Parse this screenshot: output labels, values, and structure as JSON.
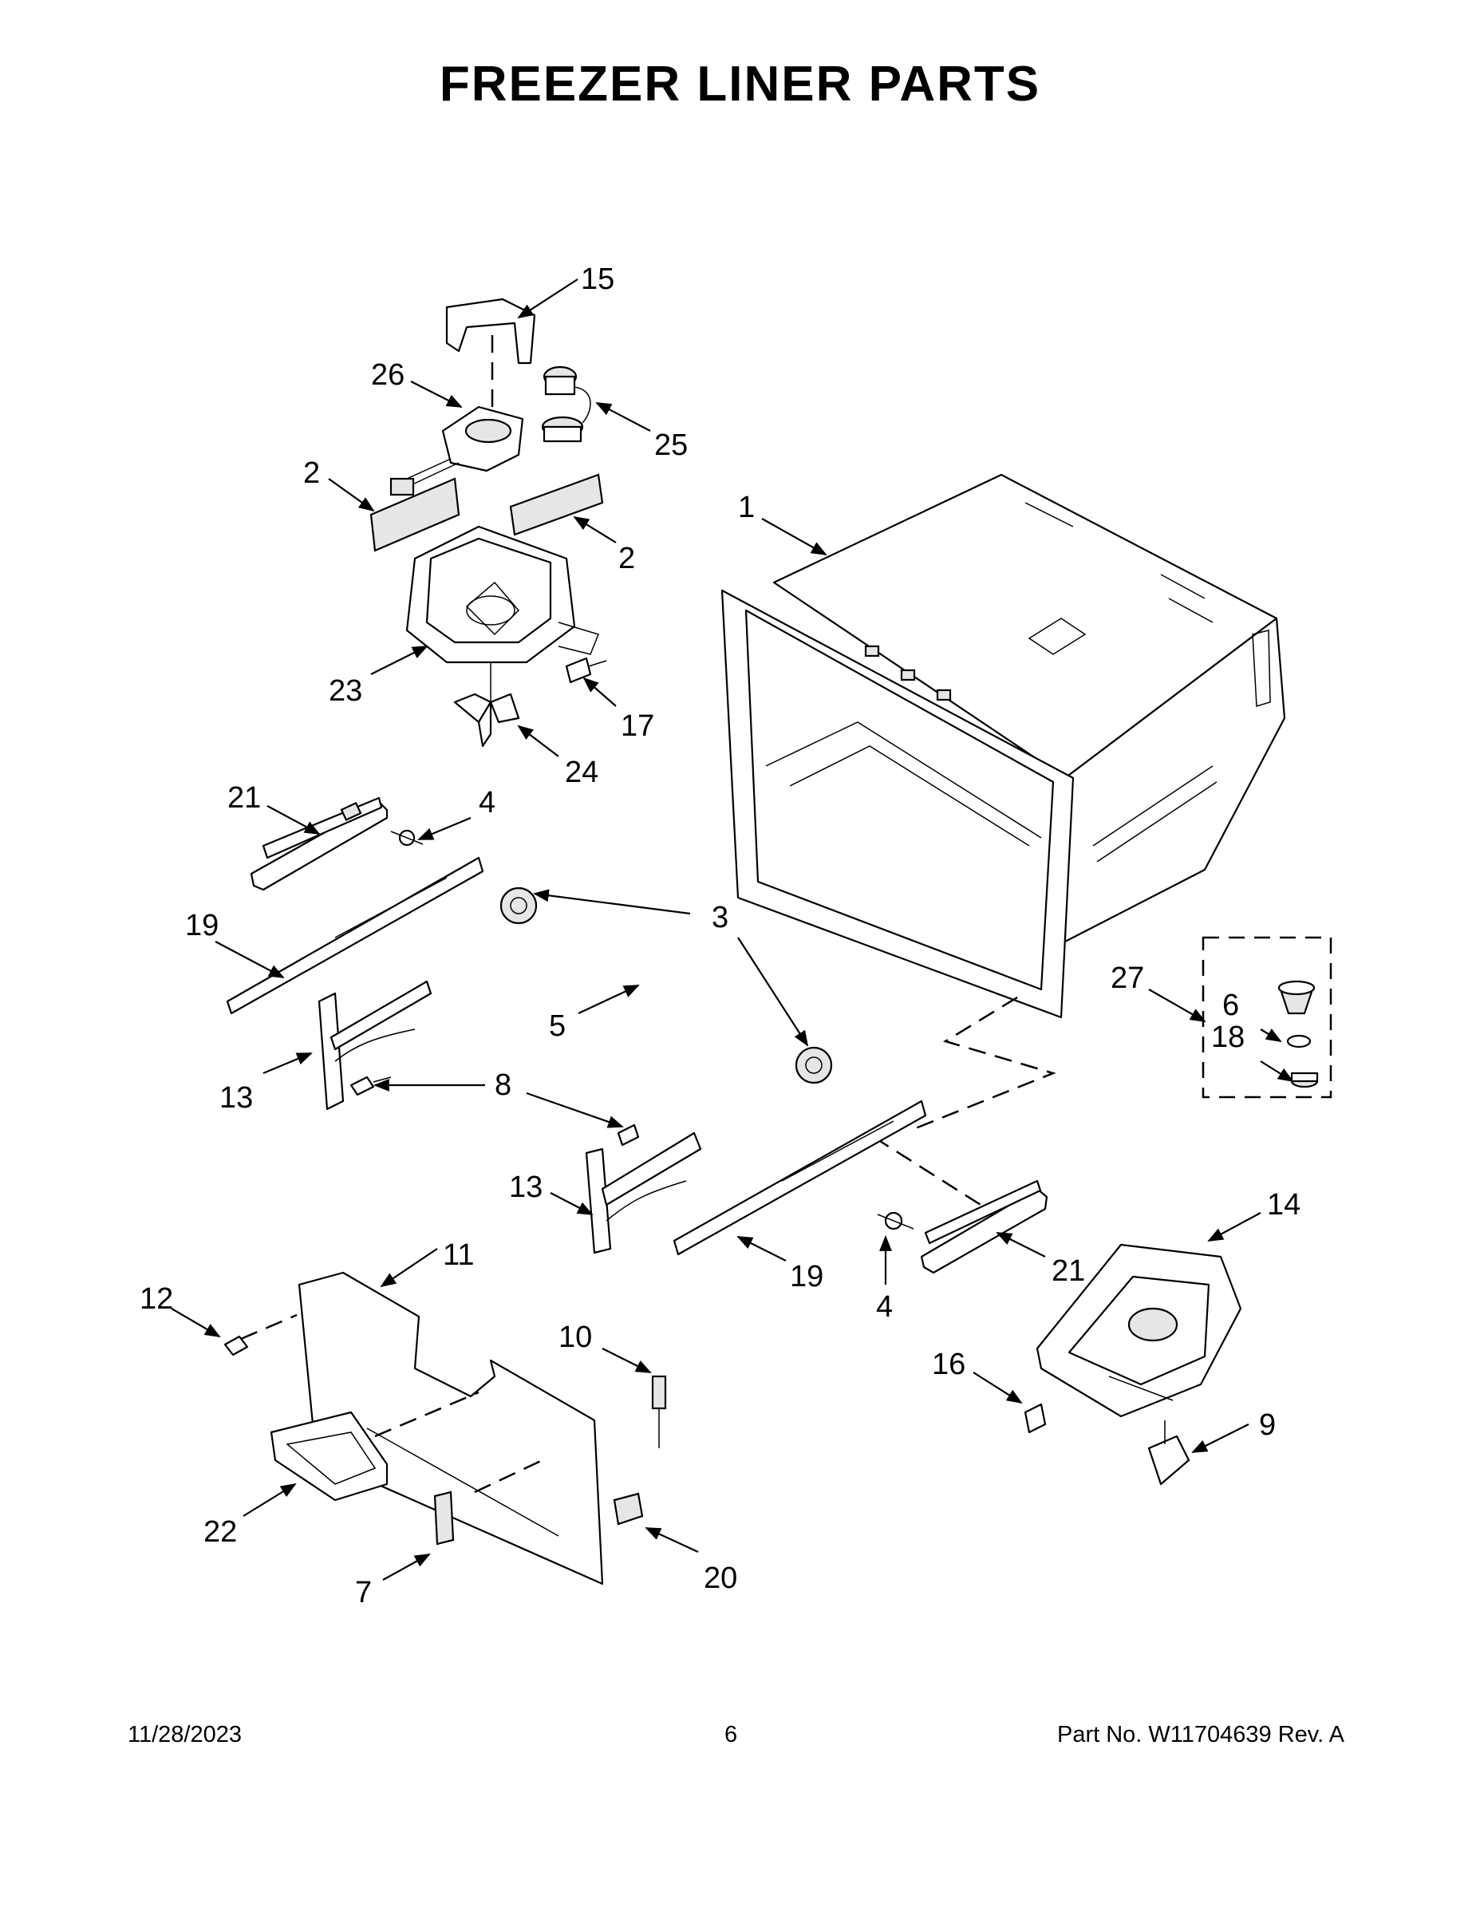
{
  "title": "FREEZER LINER PARTS",
  "footer": {
    "date": "11/28/2023",
    "page": "6",
    "part_number": "Part No.  W11704639  Rev.  A"
  },
  "callouts": {
    "c15": "15",
    "c26": "26",
    "c25": "25",
    "c2a": "2",
    "c2b": "2",
    "c1": "1",
    "c23": "23",
    "c17": "17",
    "c24": "24",
    "c21a": "21",
    "c4a": "4",
    "c3": "3",
    "c19a": "19",
    "c5": "5",
    "c27": "27",
    "c6": "6",
    "c18": "18",
    "c13a": "13",
    "c8": "8",
    "c13b": "13",
    "c14": "14",
    "c19b": "19",
    "c21b": "21",
    "c4b": "4",
    "c11": "11",
    "c12": "12",
    "c10": "10",
    "c16": "16",
    "c9": "9",
    "c22": "22",
    "c20": "20",
    "c7": "7"
  }
}
